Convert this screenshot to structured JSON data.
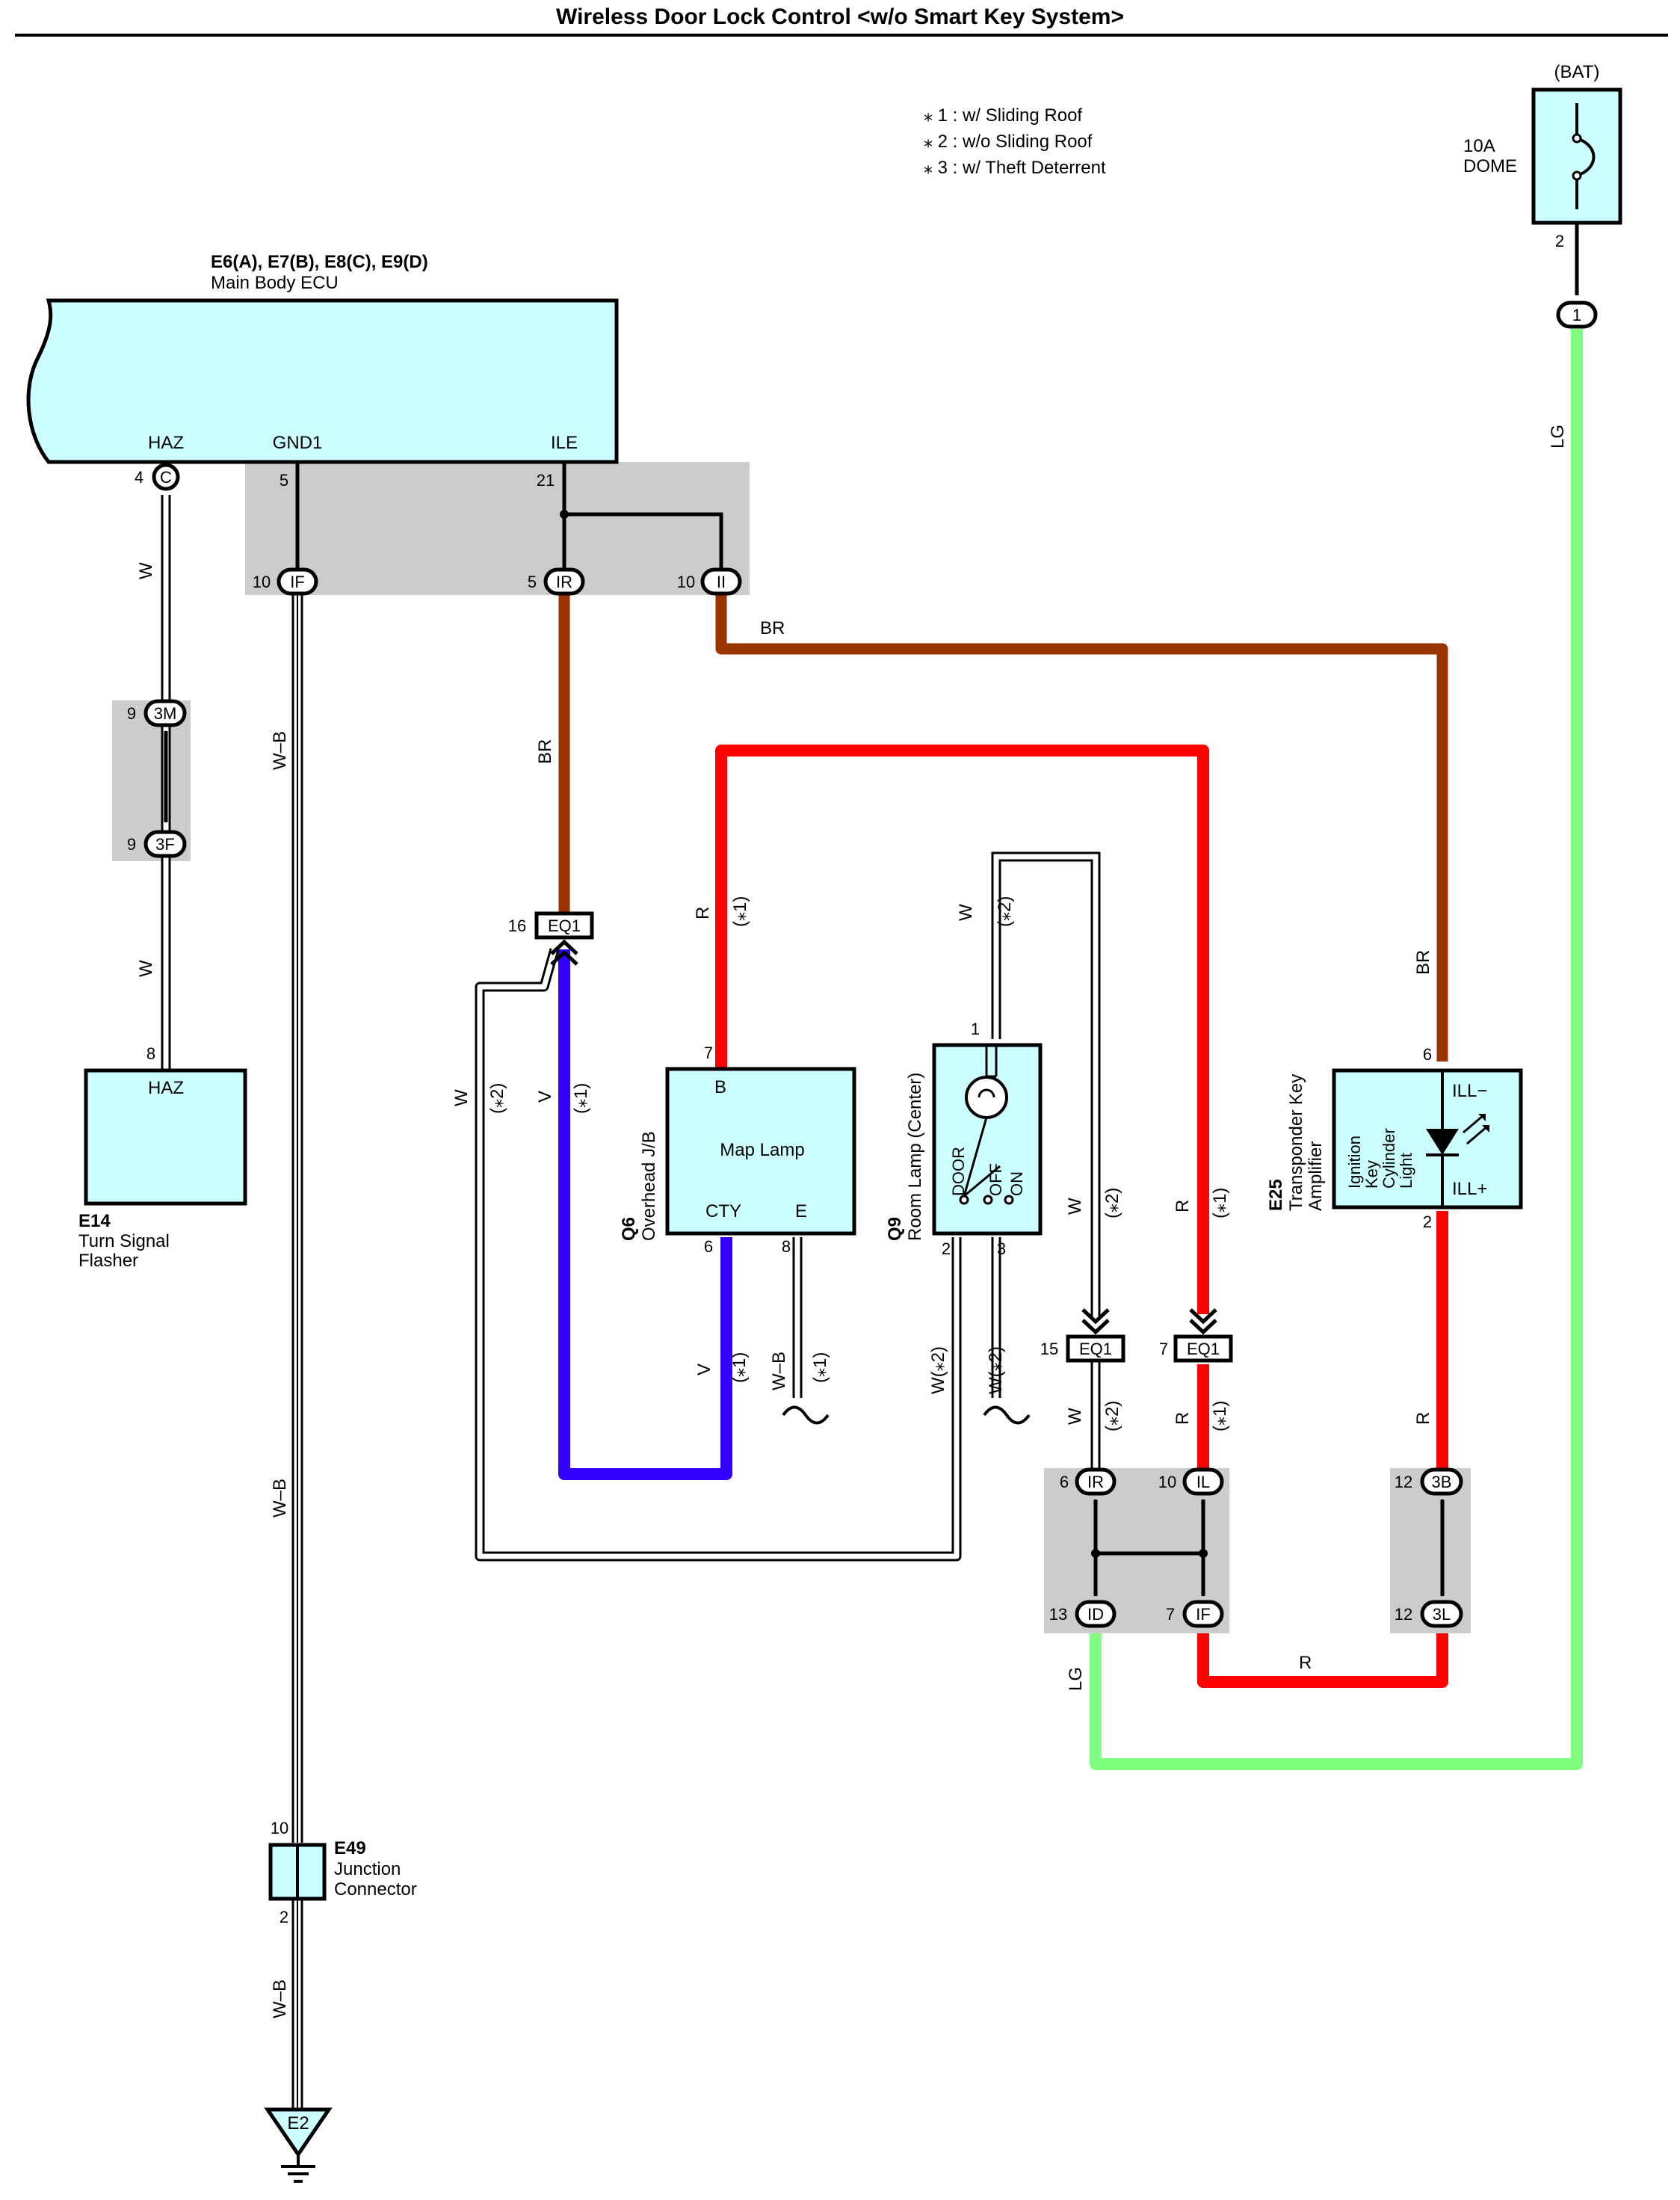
{
  "title": "Wireless Door Lock Control <w/o Smart Key System>",
  "notes": [
    "⁎ 1 : w/ Sliding Roof",
    "⁎ 2 : w/o Sliding Roof",
    "⁎ 3 : w/ Theft Deterrent"
  ],
  "colors": {
    "background": "#ffffff",
    "component_fill": "#ccffff",
    "connector_shade": "#cccccc",
    "wire_W": "#ffffff",
    "wire_WB": "#ffffff",
    "wire_BR": "#993300",
    "wire_R": "#ff0000",
    "wire_V": "#3300ff",
    "wire_LG": "#80ff80"
  },
  "components": {
    "ecu": {
      "id": "E6(A), E7(B), E8(C), E9(D)",
      "name": "Main Body ECU",
      "terminals": [
        "HAZ",
        "GND1",
        "ILE"
      ]
    },
    "bat": {
      "label": "(BAT)",
      "fuse": "10A",
      "fuse_name": "DOME",
      "pin": "2"
    },
    "turn_flasher": {
      "id": "E14",
      "line1": "Turn Signal",
      "line2": "Flasher",
      "terminal": "HAZ",
      "pin": "8"
    },
    "map_lamp": {
      "id": "Q6",
      "name": "Overhead J/B",
      "label": "Map Lamp",
      "term_b": "B",
      "term_cty": "CTY",
      "term_e": "E",
      "pin_b": "7",
      "pin_cty": "6",
      "pin_e": "8"
    },
    "room_lamp": {
      "id": "Q9",
      "name": "Room Lamp (Center)",
      "sw_door": "DOOR",
      "sw_off": "OFF",
      "sw_on": "ON",
      "pin_1": "1",
      "pin_2": "2",
      "pin_3": "3"
    },
    "transponder": {
      "id": "E25",
      "name1": "Transponder Key",
      "name2": "Amplifier",
      "inner1": "Ignition",
      "inner2": "Key",
      "inner3": "Cylinder",
      "inner4": "Light",
      "term_minus": "ILL−",
      "term_plus": "ILL+",
      "pin_6": "6",
      "pin_2": "2"
    },
    "junction": {
      "id": "E49",
      "line1": "Junction",
      "line2": "Connector",
      "pin_top": "10",
      "pin_bottom": "2"
    },
    "ground": {
      "label": "E2"
    }
  },
  "connectors": {
    "c_haz": {
      "code": "C",
      "pin": "4"
    },
    "c_gnd": {
      "pin": "5"
    },
    "c_ile": {
      "pin": "21"
    },
    "c_if": {
      "code": "IF",
      "pin": "10"
    },
    "c_ir": {
      "code": "IR",
      "pin": "5"
    },
    "c_ii": {
      "code": "II",
      "pin": "10"
    },
    "c_3m": {
      "code": "3M",
      "pin": "9"
    },
    "c_3f": {
      "code": "3F",
      "pin": "9"
    },
    "c_bat1": {
      "code": "1"
    },
    "eq1_16": {
      "code": "EQ1",
      "pin": "16"
    },
    "eq1_15": {
      "code": "EQ1",
      "pin": "15"
    },
    "eq1_7": {
      "code": "EQ1",
      "pin": "7"
    },
    "j_ir": {
      "code": "IR",
      "pin": "6"
    },
    "j_il": {
      "code": "IL",
      "pin": "10"
    },
    "j_id": {
      "code": "ID",
      "pin": "13"
    },
    "j_if": {
      "code": "IF",
      "pin": "7"
    },
    "j_3b": {
      "code": "3B",
      "pin": "12"
    },
    "j_3l": {
      "code": "3L",
      "pin": "12"
    }
  },
  "wire_labels": {
    "w": "W",
    "wb": "W–B",
    "br": "BR",
    "r": "R",
    "v": "V",
    "lg": "LG",
    "w_s2": "W(⁎2)",
    "s1": "(⁎1)",
    "s2": "(⁎2)"
  }
}
